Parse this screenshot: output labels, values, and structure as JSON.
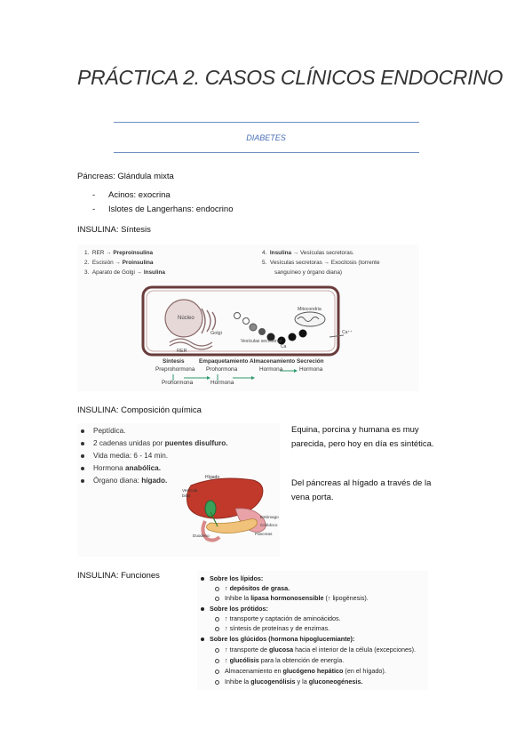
{
  "doc": {
    "title": "PRÁCTICA 2. CASOS CLÍNICOS ENDOCRINO",
    "subtitle": "DIABETES"
  },
  "intro": {
    "pancreas_line": "Páncreas: Glándula mixta",
    "items": [
      {
        "dash": "-",
        "text": "Acinos: exocrina"
      },
      {
        "dash": "-",
        "text": "Islotes de Langerhans: endocrino"
      }
    ]
  },
  "sintesis": {
    "heading": "INSULINA: Síntesis",
    "steps_left": [
      {
        "num": "1.",
        "pre": "RER →",
        "bold": "Preproinsulina"
      },
      {
        "num": "2.",
        "pre": "Escisión →",
        "bold": "Proinsulina"
      },
      {
        "num": "3.",
        "pre": "Aparato de Golgi →",
        "bold": "Insulina"
      }
    ],
    "steps_right": [
      {
        "num": "4.",
        "bold": "Insulina",
        "post": "→ Vesículas secretoras."
      },
      {
        "num": "5.",
        "pre": "Vesículas secretoras → Exocitosis (torrente",
        "bold": "",
        "post": ""
      }
    ],
    "step5_cont": "sanguíneo y órgano diana)",
    "cell_labels": {
      "nucleo": "Núcleo",
      "golgi": "Golgi",
      "rer": "RER",
      "mitocondria": "Mitocondria",
      "vesiculas": "Vesículas secretoras",
      "ca": "Ca",
      "ca_out": "Ca⁺⁺"
    },
    "stages": [
      {
        "name": "Síntesis",
        "lines": [
          "Preprohormona",
          "Prohormona"
        ]
      },
      {
        "name": "Empaquetamiento",
        "lines": [
          "Prohormona",
          "Hormona"
        ]
      },
      {
        "name": "Almacenamiento",
        "lines": [
          "Hormona"
        ]
      },
      {
        "name": "Secreción",
        "lines": [
          "Hormona"
        ]
      }
    ]
  },
  "composicion": {
    "heading": "INSULINA: Composición química",
    "bullets": [
      {
        "pre": "Peptídica.",
        "bold": ""
      },
      {
        "pre": "2 cadenas unidas por",
        "bold": "puentes disulfuro."
      },
      {
        "pre": "Vida media: 6 - 14 min.",
        "bold": ""
      },
      {
        "pre": "Hormona",
        "bold": "anabólica."
      },
      {
        "pre": "Órgano diana:",
        "bold": "hígado."
      }
    ],
    "organ_labels": {
      "higado": "Hígado",
      "vesicula": "Vesícula biliar",
      "estomago": "Estómago",
      "coledoco": "Colédoco",
      "duodeno": "Duodeno",
      "pancreas": "Páncreas"
    },
    "side_text_1": "Equina, porcina y humana es muy parecida, pero hoy en día es sintética.",
    "side_text_2": "Del páncreas al hígado a través de la vena porta."
  },
  "funciones": {
    "heading": "INSULINA: Funciones",
    "lipidos_title": "Sobre los lípidos:",
    "lipidos": [
      {
        "pre": "↑",
        "bold": "depósitos de grasa.",
        "post": ""
      },
      {
        "pre": "Inhibe la",
        "bold": "lipasa hormonosensible",
        "post": "(↑ lipogénesis)."
      }
    ],
    "protidos_title": "Sobre los prótidos:",
    "protidos": [
      {
        "pre": "↑ transporte y captación de aminoácidos.",
        "bold": "",
        "post": ""
      },
      {
        "pre": "↑ síntesis de proteínas y de enzimas.",
        "bold": "",
        "post": ""
      }
    ],
    "glucidos_title": "Sobre los glúcidos (hormona hipoglucemiante):",
    "glucidos": [
      {
        "pre": "↑ transporte de",
        "bold": "glucosa",
        "post": "hacia el interior de la célula (excepciones)."
      },
      {
        "pre": "↑",
        "bold": "glucólisis",
        "post": "para la obtención de energía."
      },
      {
        "pre": "Almacenamiento en",
        "bold": "glucógeno hepático",
        "post": "(en el hígado)."
      },
      {
        "pre": "Inhibe la",
        "bold": "glucogenólisis",
        "post": "y la",
        "bold2": "gluconeogénesis."
      }
    ]
  }
}
